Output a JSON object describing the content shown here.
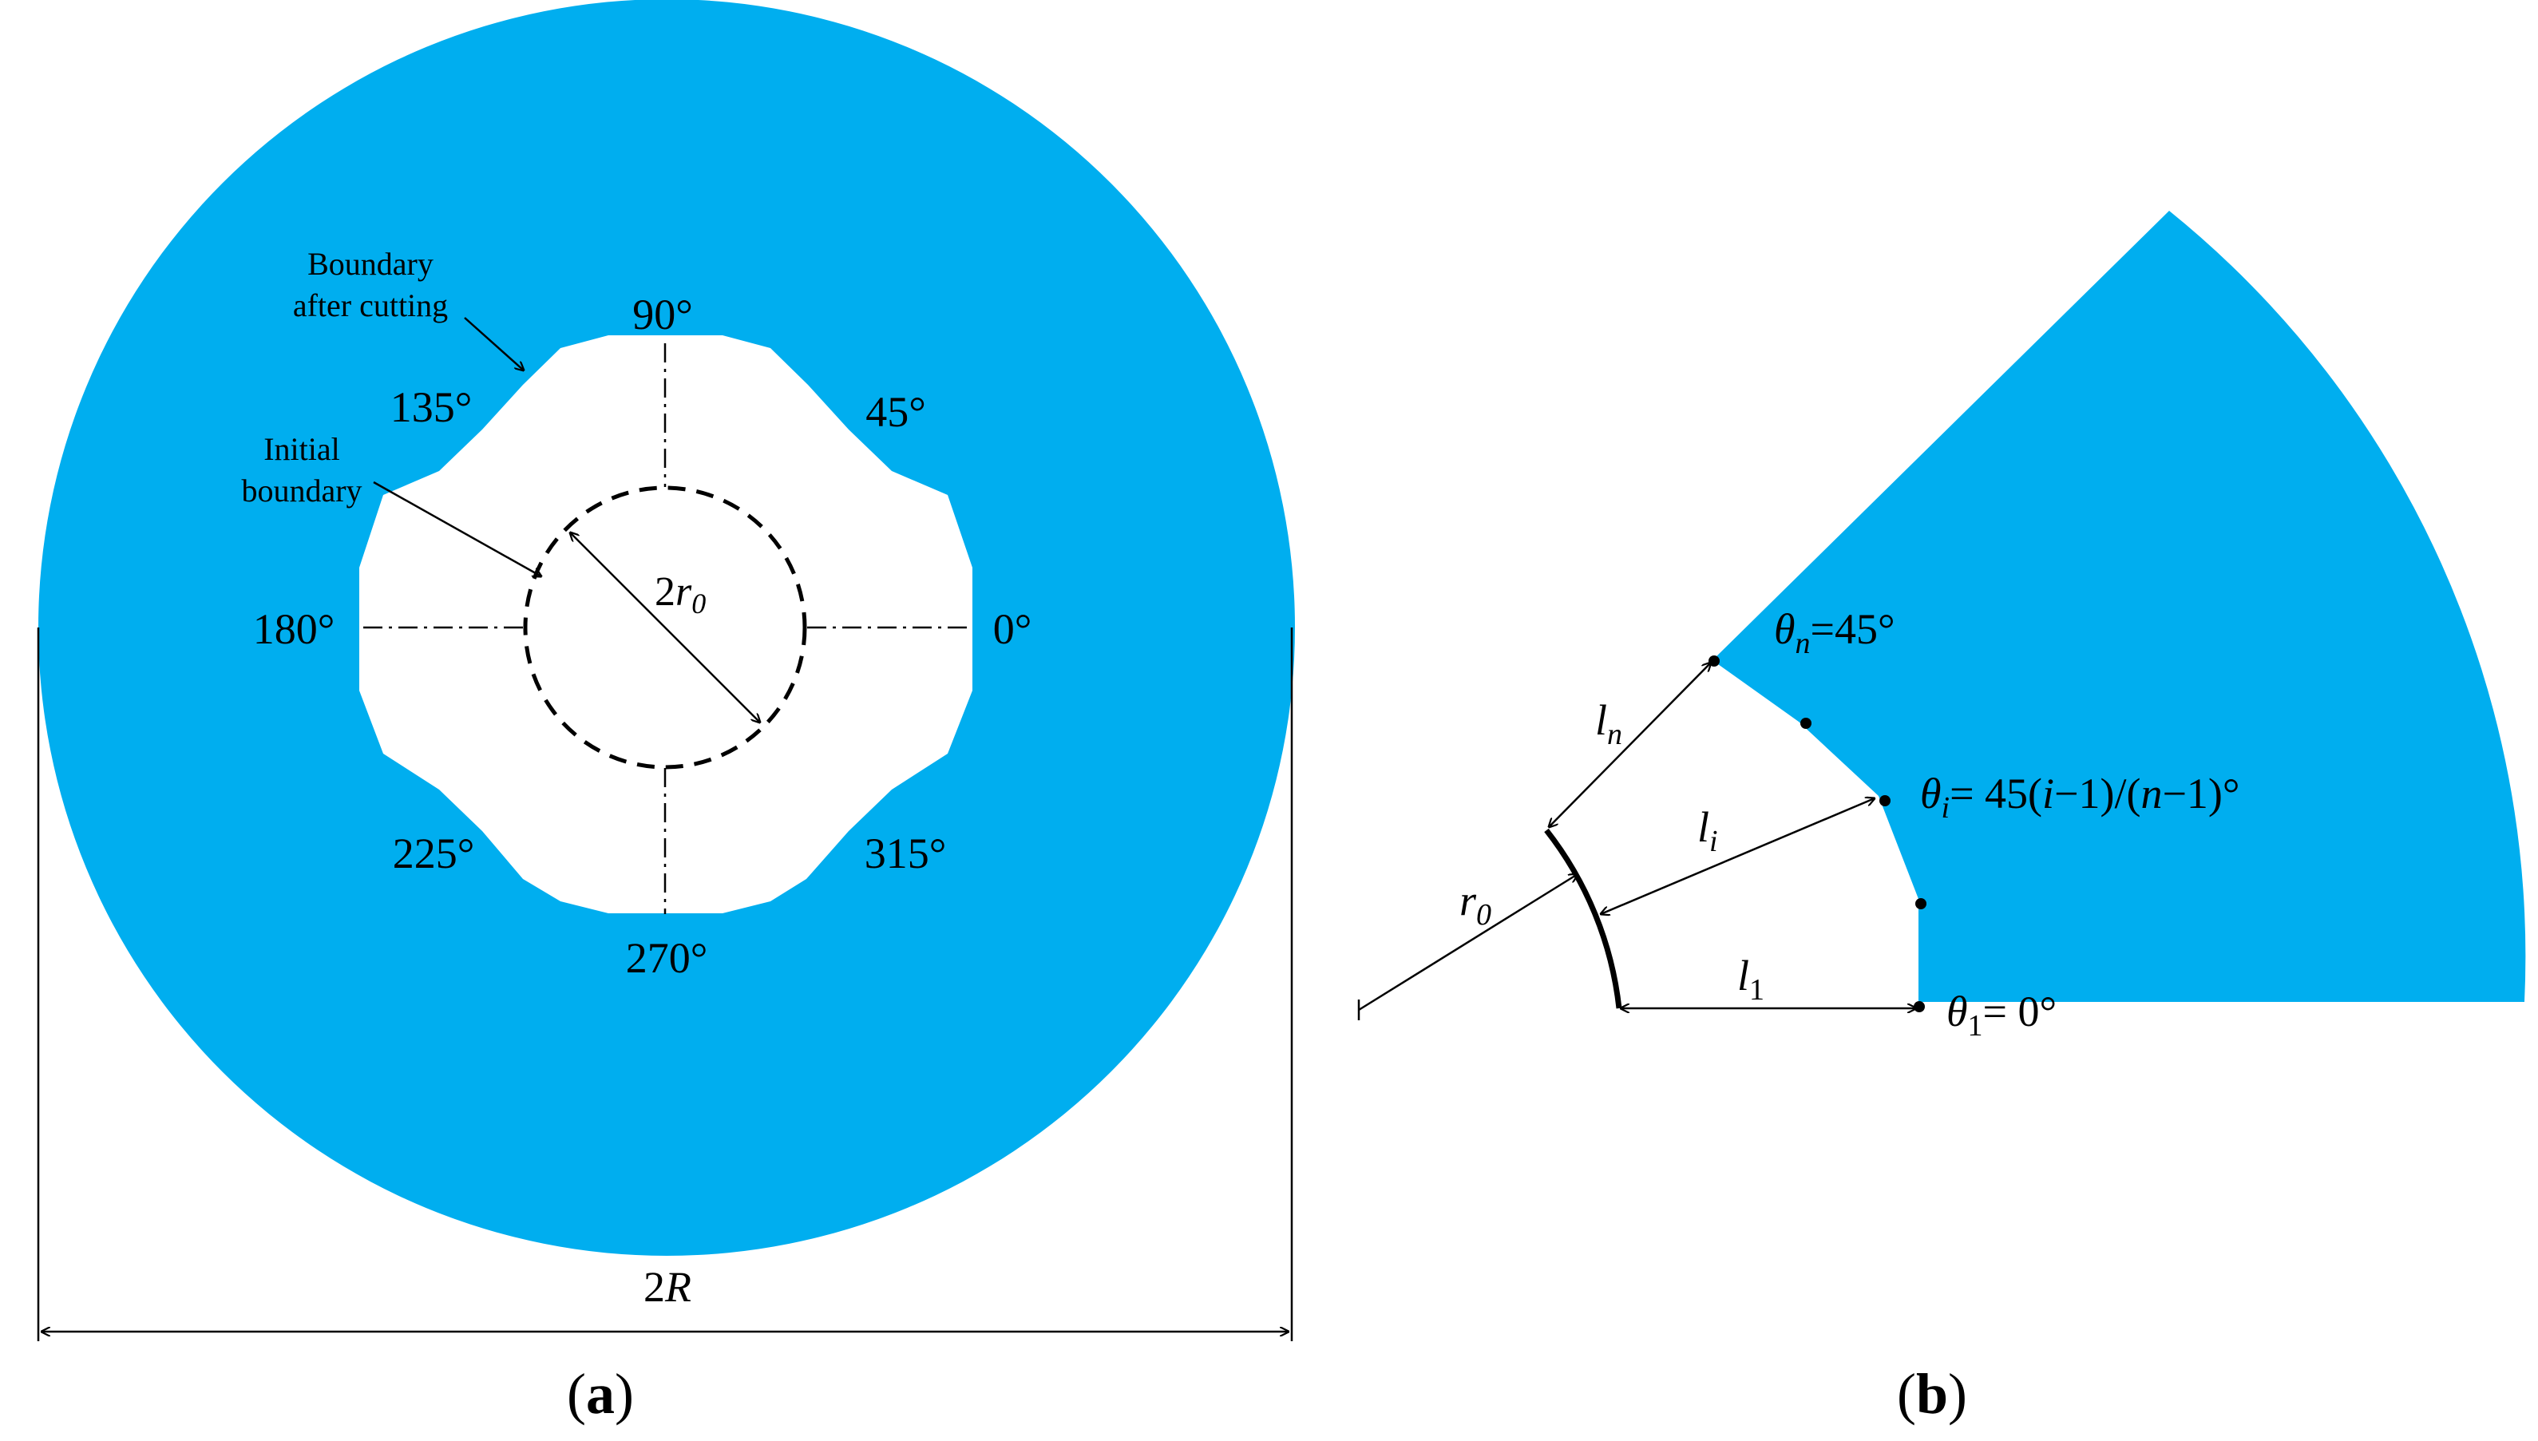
{
  "panel_a": {
    "caption_open": "(",
    "caption_letter": "a",
    "caption_close": ")",
    "angles": {
      "a0": "0°",
      "a45": "45°",
      "a90": "90°",
      "a135": "135°",
      "a180": "180°",
      "a225": "225°",
      "a270": "270°",
      "a315": "315°"
    },
    "annot_cut_line1": "Boundary",
    "annot_cut_line2": "after cutting",
    "annot_init_line1": "Initial",
    "annot_init_line2": "boundary",
    "dim_r0": {
      "coef": "2",
      "sym": "r",
      "sub": "0"
    },
    "dim_R": {
      "coef": "2",
      "sym": "R"
    }
  },
  "panel_b": {
    "caption_open": "(",
    "caption_letter": "b",
    "caption_close": ")",
    "r0": {
      "sym": "r",
      "sub": "0"
    },
    "ln": {
      "sym": "l",
      "sub": "n"
    },
    "li": {
      "sym": "l",
      "sub": "i"
    },
    "l1": {
      "sym": "l",
      "sub": "1"
    },
    "theta_n": {
      "sym": "θ",
      "sub": "n",
      "rest": "=45°"
    },
    "theta_i": {
      "sym": "θ",
      "sub": "i",
      "p1": "= 45(",
      "v1": "i",
      "p2": "−1)/(",
      "v2": "n",
      "p3": "−1)°"
    },
    "theta_1": {
      "sym": "θ",
      "sub": "1",
      "rest": "= 0°"
    }
  },
  "colors": {
    "fill": "#00aeef",
    "line": "#000000",
    "background": "#ffffff"
  }
}
